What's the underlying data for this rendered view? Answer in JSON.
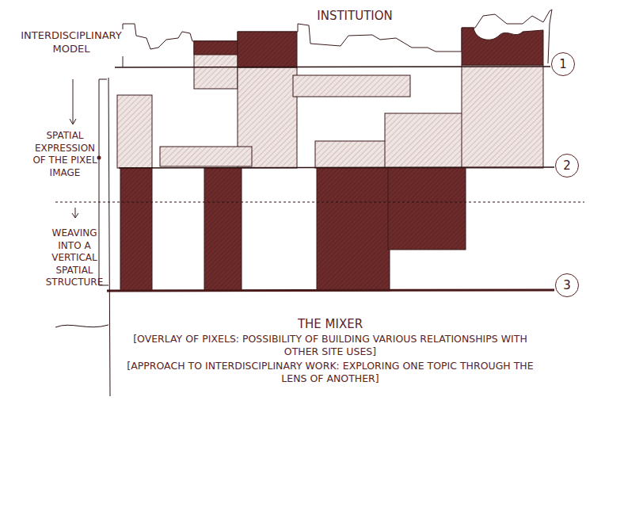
{
  "diagram": {
    "nodes": [
      {
        "text": [
          "1"
        ]
      },
      {
        "text": [
          "2"
        ]
      },
      {
        "text": [
          "3"
        ]
      }
    ],
    "labels": [
      "INSTITUTION",
      "INTERDISCIPLINARY MODEL",
      "SPATIAL EXPRESSION OF THE PIXEL IMAGE",
      "WEAVING INTO A VERTICAL SPATIAL STRUCTURE",
      "THE MIXER",
      "[OVERLAY OF PIXELS: POSSIBILITY OF BUILDING VARIOUS RELATIONSHIPS WITH OTHER SITE USES]",
      "[APPROACH TO INTERDISCIPLINARY WORK: EXPLORING ONE TOPIC THROUGH THE LENS OF ANOTHER]"
    ]
  }
}
